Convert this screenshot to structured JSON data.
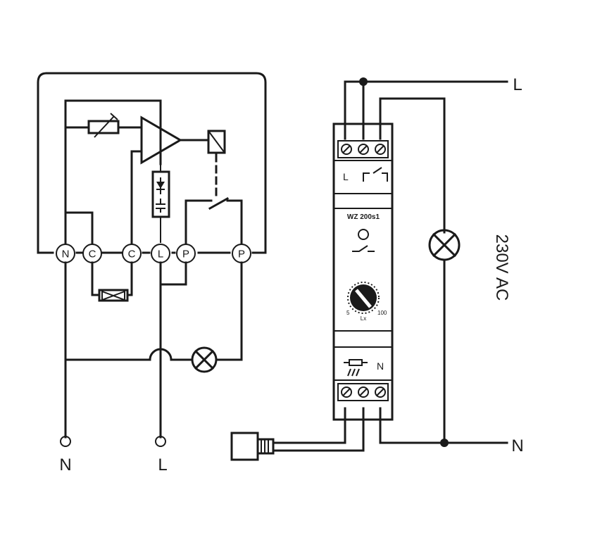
{
  "schematic": {
    "terminals": [
      "N",
      "C",
      "C",
      "L",
      "P",
      "P"
    ],
    "supply": {
      "neutral": "N",
      "line": "L"
    }
  },
  "device": {
    "top_row": {
      "l_label": "L"
    },
    "model": "WZ 200s1",
    "dial": {
      "min": "5",
      "max": "100",
      "unit": "Lx"
    },
    "bottom_row": {
      "n_label": "N"
    }
  },
  "wiring": {
    "line_label": "L",
    "neutral_label": "N",
    "voltage_label": "230V AC"
  }
}
